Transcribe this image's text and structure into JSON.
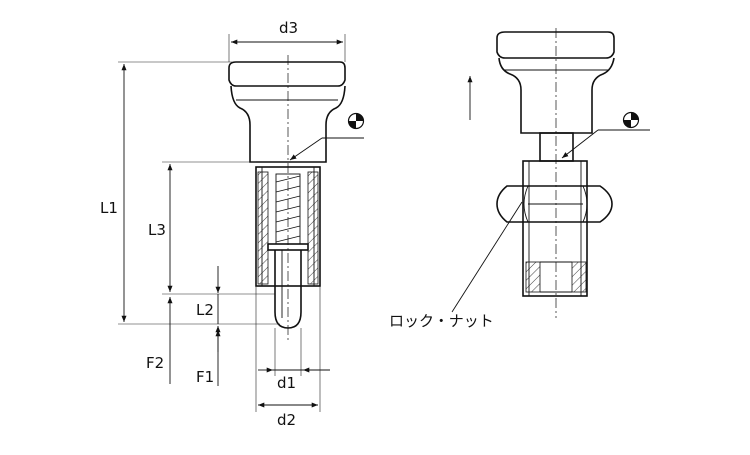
{
  "labels": {
    "d3": "d3",
    "L1": "L1",
    "L3": "L3",
    "L2": "L2",
    "F2": "F2",
    "F1": "F1",
    "d1": "d1",
    "d2": "d2",
    "lock_nut": "ロック・ナット"
  },
  "icons": {
    "surface_symbol_left": "quartered-circle-icon",
    "surface_symbol_right": "quartered-circle-icon",
    "direction_arrow": "up-arrow-icon"
  }
}
